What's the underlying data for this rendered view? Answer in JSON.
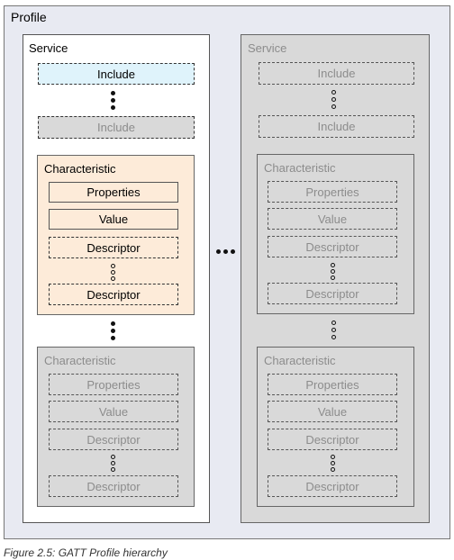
{
  "profile": {
    "label": "Profile"
  },
  "service_left": {
    "label": "Service",
    "include_top": "Include",
    "include_bottom": "Include",
    "char1": {
      "label": "Characteristic",
      "properties": "Properties",
      "value": "Value",
      "descriptor_top": "Descriptor",
      "descriptor_bottom": "Descriptor"
    },
    "char2": {
      "label": "Characteristic",
      "properties": "Properties",
      "value": "Value",
      "descriptor_top": "Descriptor",
      "descriptor_bottom": "Descriptor"
    }
  },
  "service_right": {
    "label": "Service",
    "include_top": "Include",
    "include_bottom": "Include",
    "char1": {
      "label": "Characteristic",
      "properties": "Properties",
      "value": "Value",
      "descriptor_top": "Descriptor",
      "descriptor_bottom": "Descriptor"
    },
    "char2": {
      "label": "Characteristic",
      "properties": "Properties",
      "value": "Value",
      "descriptor_top": "Descriptor",
      "descriptor_bottom": "Descriptor"
    }
  },
  "caption": "Figure 2.5: GATT Profile hierarchy",
  "colors": {
    "profile_bg": "#e8eaf2",
    "service_left_bg": "#ffffff",
    "service_right_bg": "#d9d9d9",
    "highlight_include": "#dff3fb",
    "highlight_char": "#fdebd9",
    "grey_char": "#d9d9d9",
    "grey_text": "#8c8c8c"
  }
}
